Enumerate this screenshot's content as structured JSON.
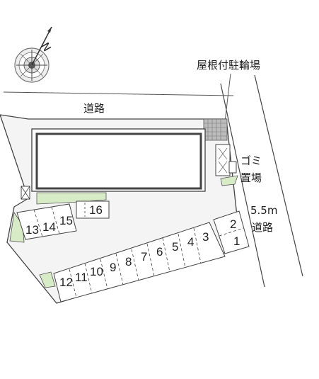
{
  "labels": {
    "road_top": "道路",
    "roof_bicycle": "屋根付駐輪場",
    "garbage_line1": "ゴミ",
    "garbage_line2": "置場",
    "road_right_width": "5.5m",
    "road_right": "道路",
    "compass_letter": "N"
  },
  "parking": {
    "upper_left": [
      "13",
      "14",
      "15"
    ],
    "standalone": "16",
    "right_pair": [
      "2",
      "1"
    ],
    "lower_row": [
      "12",
      "11",
      "10",
      "9",
      "8",
      "7",
      "6",
      "5",
      "4",
      "3"
    ]
  },
  "icons": {
    "compass": "compass-icon",
    "vending": "x-box-icon",
    "garbage": "garbage-area-icon"
  },
  "colors": {
    "greenery": "#d7ecc6",
    "building": "#ffffff",
    "paved": "#f1f1f1",
    "line": "#333333"
  }
}
